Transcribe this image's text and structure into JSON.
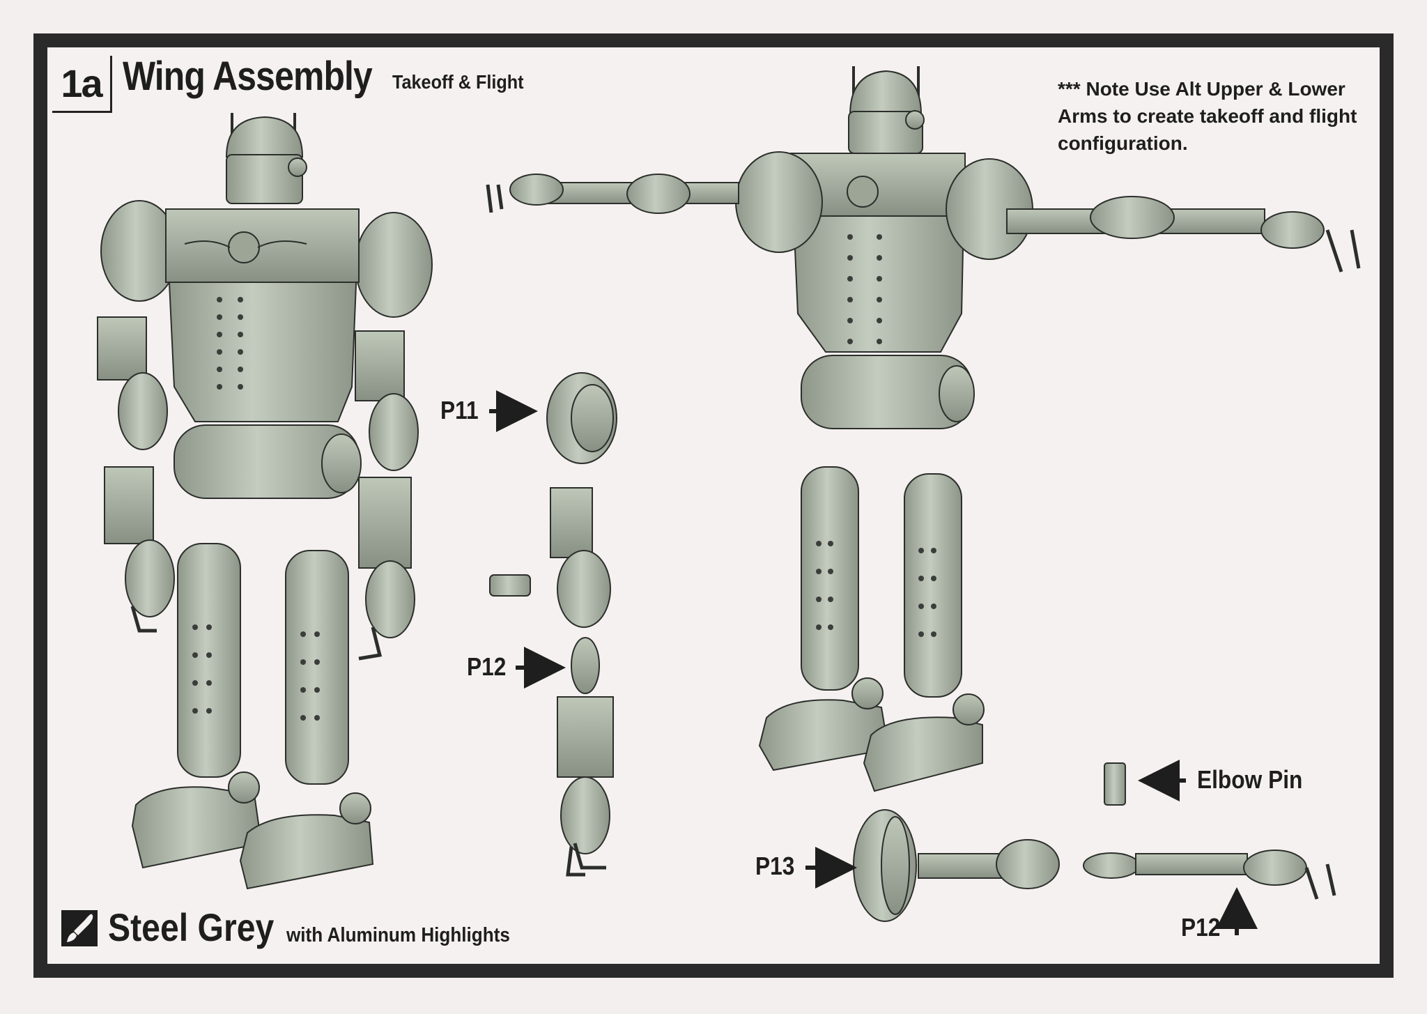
{
  "header": {
    "step": "1a",
    "title": "Wing Assembly",
    "subtitle": "Takeoff & Flight"
  },
  "note": "*** Note Use Alt Upper & Lower Arms to create takeoff and flight configuration.",
  "labels": {
    "p11": "P11",
    "p12_a": "P12",
    "p13": "P13",
    "p12_b": "P12",
    "elbow_pin": "Elbow Pin"
  },
  "paint": {
    "icon": "paintbrush-icon",
    "main": "Steel Grey",
    "sub": "with Aluminum Highlights"
  },
  "colors": {
    "frame": "#2a2a2a",
    "background": "#f5f1f0",
    "model": "#a9b1a3",
    "model_shade": "#7f887a",
    "line": "#2b2e2a"
  }
}
